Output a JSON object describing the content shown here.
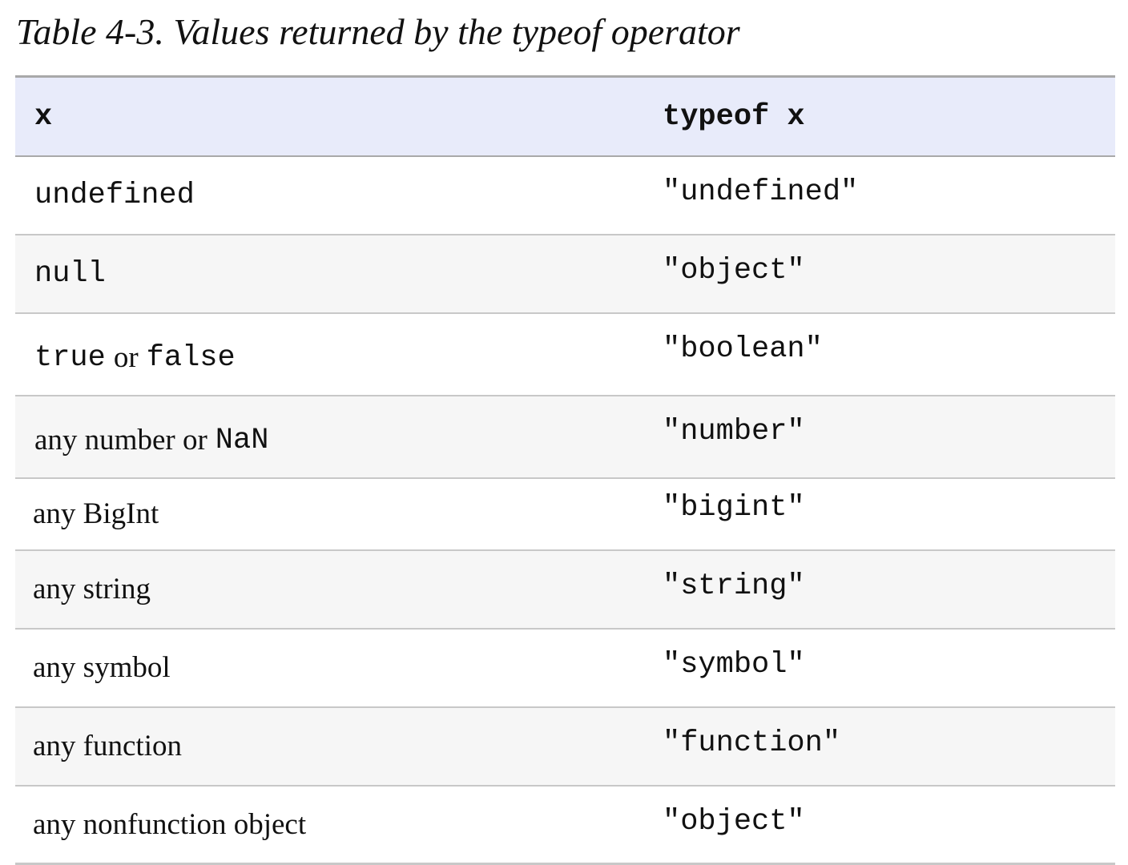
{
  "caption": "Table 4-3. Values returned by the typeof operator",
  "table": {
    "headers": [
      "x",
      "typeof x"
    ],
    "rows": [
      {
        "x_code": "undefined",
        "result": "\"undefined\""
      },
      {
        "x_code": "null",
        "result": "\"object\""
      },
      {
        "x_code_a": "true",
        "x_text": "or",
        "x_code_b": "false",
        "result": "\"boolean\""
      },
      {
        "x_text": "any number or",
        "x_code": "NaN",
        "result": "\"number\""
      },
      {
        "x_text": "any BigInt",
        "result": "\"bigint\""
      },
      {
        "x_text": "any string",
        "result": "\"string\""
      },
      {
        "x_text": "any symbol",
        "result": "\"symbol\""
      },
      {
        "x_text": "any function",
        "result": "\"function\""
      },
      {
        "x_text": "any nonfunction object",
        "result": "\"object\""
      }
    ]
  }
}
